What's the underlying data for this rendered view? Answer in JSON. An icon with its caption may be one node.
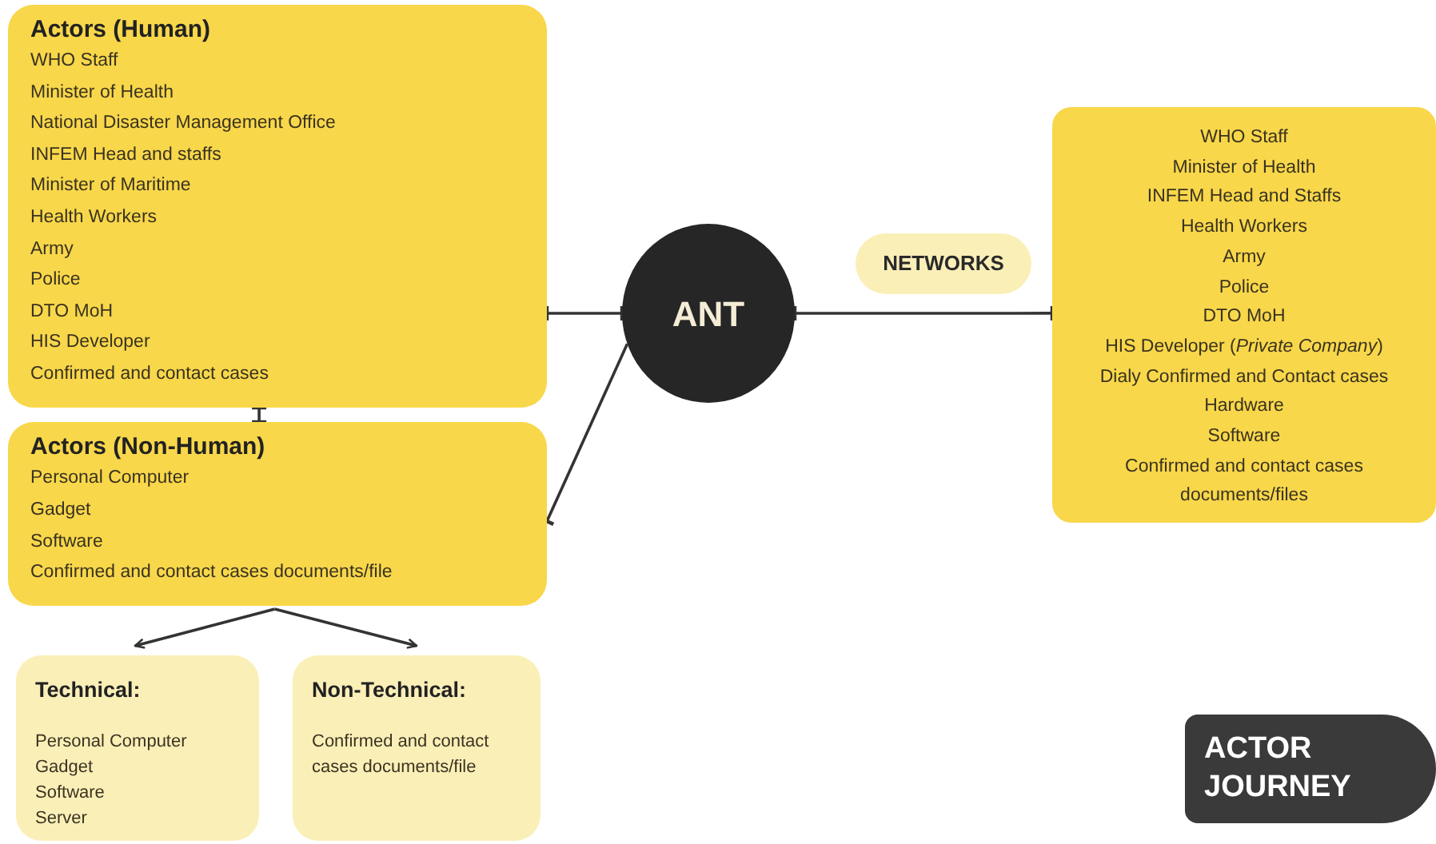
{
  "diagram": {
    "nodes": [
      {
        "text": [
          "Actors (Human)",
          "WHO Staff",
          "Minister of Health",
          "National Disaster Management Office",
          "INFEM Head and staffs",
          "Minister of Maritime",
          "Health Workers",
          "Army",
          "Police",
          "DTO MoH",
          "HIS Developer",
          "Confirmed and contact cases"
        ]
      },
      {
        "text": [
          "Actors (Non-Human)",
          "Personal Computer",
          "Gadget",
          "Software",
          "Confirmed and contact cases documents/file"
        ]
      },
      {
        "text": [
          "ANT"
        ]
      },
      {
        "text": [
          "NETWORKS"
        ]
      },
      {
        "text": [
          "WHO Staff",
          "Minister of Health",
          "INFEM Head and Staffs",
          "Health Workers",
          "Army",
          "Police",
          "DTO MoH",
          "HIS Developer (*Private Company*)",
          "Dialy Confirmed and Contact cases",
          "Hardware",
          "Software",
          "Confirmed and contact cases documents/files"
        ]
      },
      {
        "text": [
          "Technical:",
          "Personal Computer",
          "Gadget",
          "Software",
          "Server"
        ]
      },
      {
        "text": [
          "Non-Technical:",
          "Confirmed and contact cases documents/file"
        ]
      },
      {
        "text": [
          "ACTOR JOURNEY"
        ]
      }
    ],
    "edges": [
      {
        "from": 0,
        "to": 2,
        "arrow": "other"
      },
      {
        "from": 2,
        "to": 4,
        "arrow": "other"
      },
      {
        "from": 2,
        "to": 1,
        "arrow": "other"
      },
      {
        "from": 0,
        "to": 1,
        "arrow": "other"
      },
      {
        "from": 1,
        "to": 5,
        "arrow": "to"
      },
      {
        "from": 1,
        "to": 6,
        "arrow": "to"
      }
    ]
  }
}
